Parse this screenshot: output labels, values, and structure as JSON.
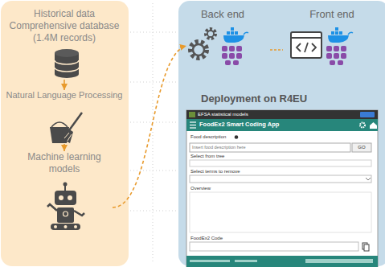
{
  "diagram": {
    "nodes": [
      {
        "text": [
          "Historical data Comprehensive database (1.4M records)"
        ]
      },
      {
        "text": [
          "Natural Language Processing"
        ]
      },
      {
        "text": [
          "Machine learning models"
        ]
      },
      {
        "text": [
          "Deployment on R4EU"
        ]
      },
      {
        "text": [
          "Back end"
        ],
        "in": 3
      },
      {
        "text": [
          "Front end"
        ],
        "in": 3
      },
      {
        "text": [
          "EFSA statistical models",
          "FoodEx2 Smart Coding App",
          "Food description",
          "Insert food description here",
          "GO",
          "Select from tree",
          "Select terms to remove",
          "Overview",
          "FoodEx2 Code"
        ],
        "in": 3
      }
    ],
    "edges": [
      {
        "from": 0,
        "to": 1,
        "arrow": "to"
      },
      {
        "from": 1,
        "to": 2,
        "arrow": "to"
      },
      {
        "from": 2,
        "to": 4,
        "arrow": "to"
      }
    ]
  }
}
